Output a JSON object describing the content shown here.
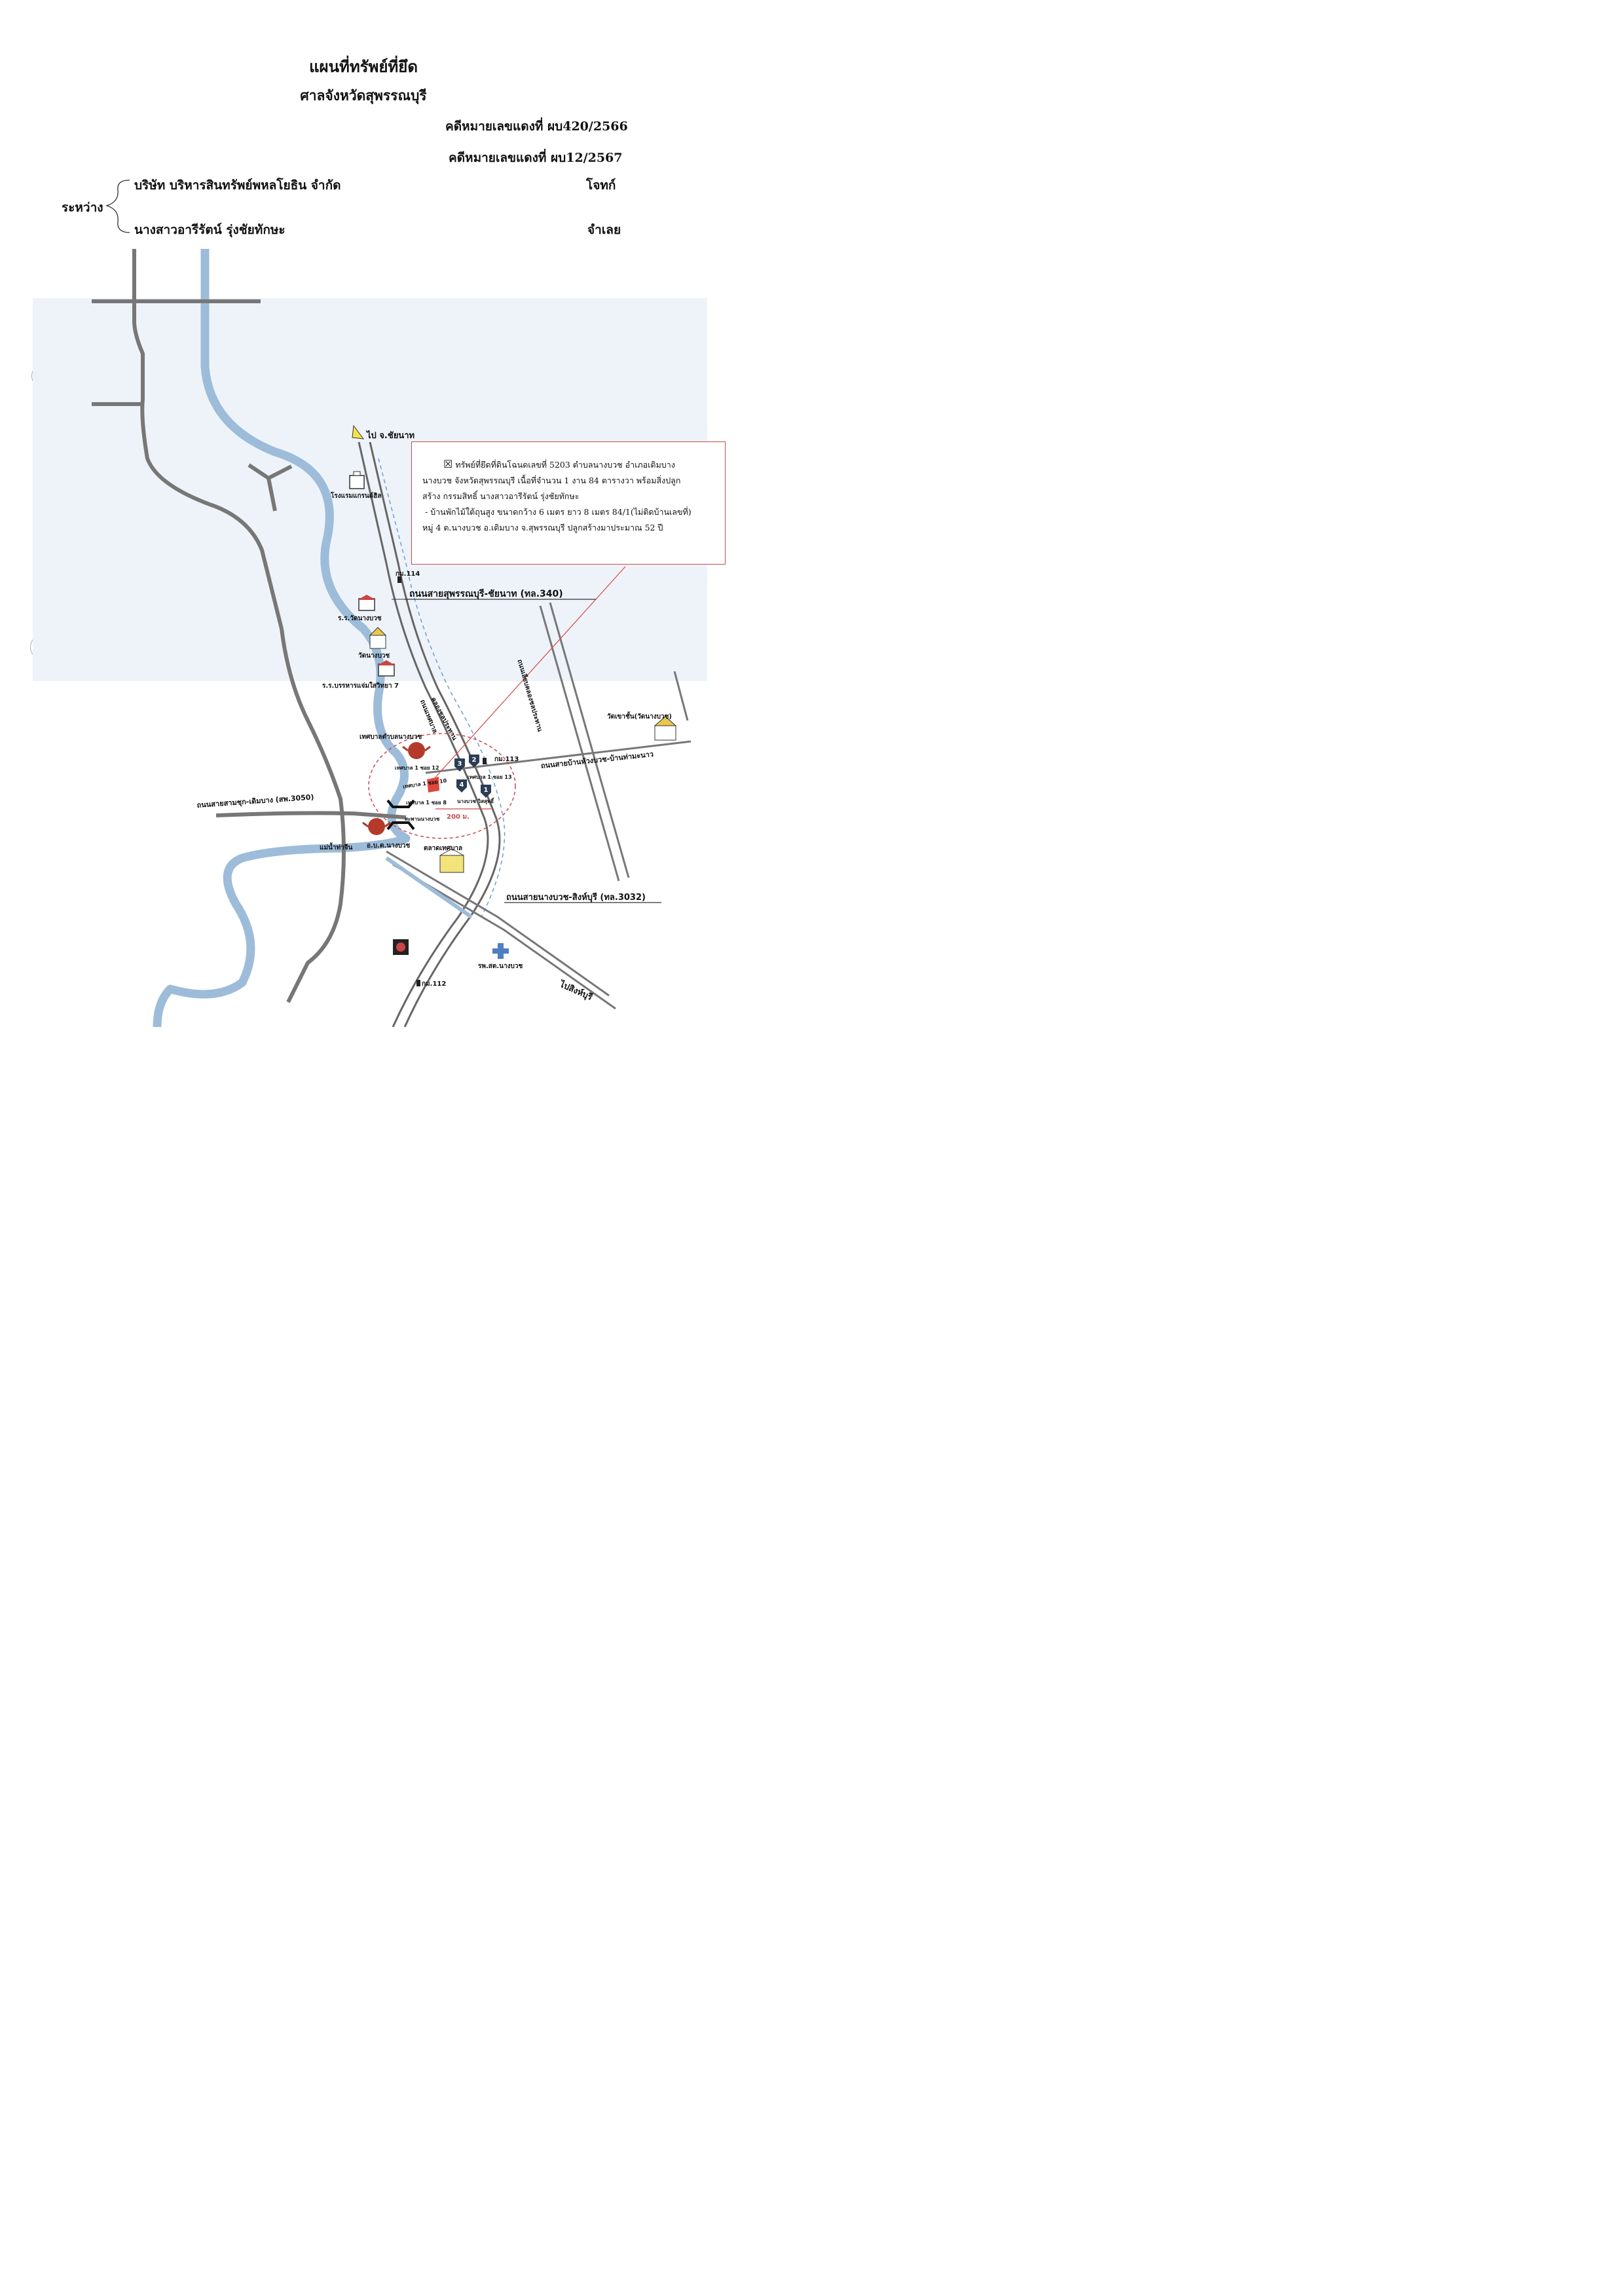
{
  "header": {
    "title": "แผนที่ทรัพย์ที่ยึด",
    "court": "ศาลจังหวัดสุพรรณบุรี",
    "case_black": "คดีหมายเลขแดงที่  ผบ420/2566",
    "case_red": "คดีหมายเลขแดงที่  ผบ12/2567",
    "between_label": "ระหว่าง",
    "plaintiff_name": "บริษัท บริหารสินทรัพย์พหลโยธิน จำกัด",
    "plaintiff_role": "โจทก์",
    "defendant_name": "นางสาวอารีรัตน์ รุ่งชัยทักษะ",
    "defendant_role": "จำเลย"
  },
  "legend": {
    "mark": "☒",
    "lines": [
      "ทรัพย์ที่ยึดที่ดินโฉนดเลขที่ 5203  ตำบลนางบวช อำเภอเดิมบาง",
      "นางบวช จังหวัดสุพรรณบุรี  เนื้อที่จำนวน 1 งาน 84 ตารางวา พร้อมสิ่งปลูก",
      "สร้าง กรรมสิทธิ์ นางสาวอารีรัตน์ รุ่งชัยทักษะ",
      "- บ้านพักไม้ใต้ถุนสูง ขนาดกว้าง 6 เมตร ยาว 8 เมตร 84/1(ไม่ติดบ้านเลขที่)",
      "หมู่ 4 ต.นางบวช อ.เดิมบาง จ.สุพรรณบุรี ปลูกสร้างมาประมาณ 52 ปี"
    ]
  },
  "map": {
    "to_chainat": "ไป จ.ชัยนาท",
    "hotel": "โรงแรมแกรนด์ฮิล",
    "km114": "กม.114",
    "road_340": "ถนนสายสุพรรณบุรี-ชัยนาท (ทล.340)",
    "school_wat": "ร.ร.วัดนางบวช",
    "wat_nangbuat": "วัดนางบวช",
    "school_bunharn": "ร.ร.บรรหารแจ่มใสวิทยา 7",
    "canal_chonprathan": "ถนนเลียบคลองชลประทาน",
    "canal_label": "คลองชลประทาน",
    "road_thesaban": "ถนนเทศบาล",
    "wat_khao_chan": "วัดเขาชั้น(วัดนางบวช)",
    "municipality": "เทศบาลตำบลนางบวช",
    "soi12": "เทศบาล 1 ซอย 12",
    "soi10": "เทศบาล 1 ซอย 10",
    "soi13": "เทศบาล 1 ซอย 13",
    "soi8": "เทศบาล 1 ซอย 8",
    "km113": "กม.113",
    "road_banhuai": "ถนนสายบ้านหัวงบวช-บ้านท่ามะนาว",
    "road_3050": "ถนนสายสามชุก-เดิมบาง (สพ.3050)",
    "bridge": "สะพานนางบวช",
    "nangbuat_risut": "นางบวช วิสสุทธิ์",
    "distance": "200 ม.",
    "tha_chin": "แม่น้ำท่าจีน",
    "district_office": "อ.บ.ต.นางบวช",
    "market": "ตลาดเทศบาล",
    "road_3032": "ถนนสายนางบวช-สิงห์บุรี (ทล.3032)",
    "hospital": "รพ.สต.นางบวช",
    "km112": "กม.112",
    "to_singburi": "ไปสิงห์บุรี",
    "markers": [
      "1",
      "2",
      "3",
      "4"
    ]
  },
  "colors": {
    "river": "#9dbcd9",
    "road": "#777777",
    "highlight": "#e0463c",
    "leader": "#d9534f",
    "wash": "#eef3fa"
  }
}
